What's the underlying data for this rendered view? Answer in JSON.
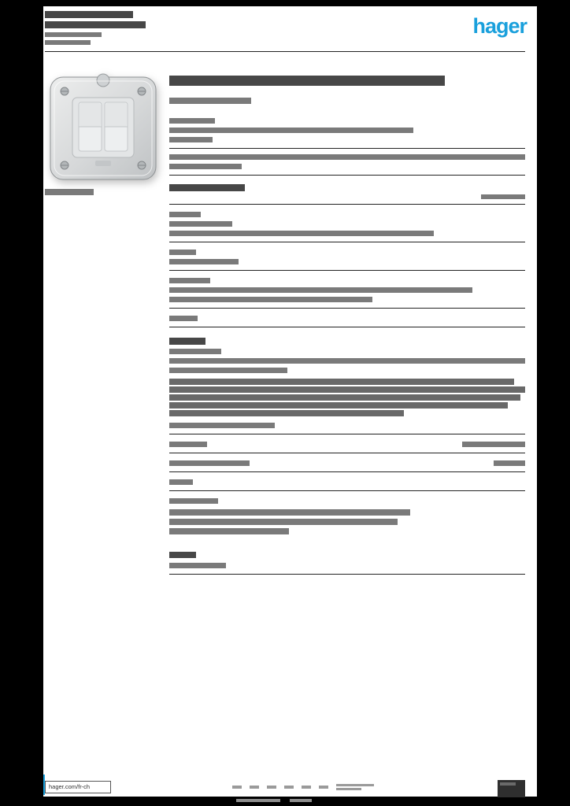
{
  "page": {
    "background_color": "#000000",
    "paper_color": "#ffffff",
    "accent_color": "#1aa0dc"
  },
  "header": {
    "logo_text": "hager",
    "logo_color": "#1aa0dc"
  },
  "product": {
    "photo_icon": "grey-surface-mount-double-rocker-switch-photo"
  },
  "footer": {
    "website_label": "hager.com/fr-ch"
  }
}
